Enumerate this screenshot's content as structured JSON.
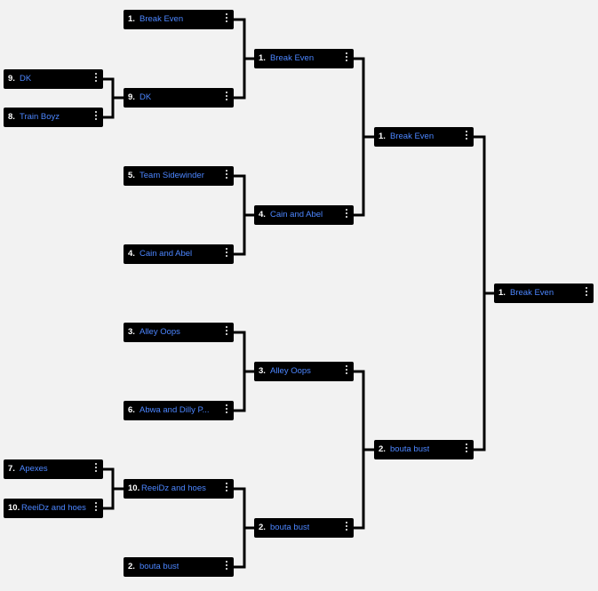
{
  "bracket": {
    "play_in": [
      {
        "seed": "9.",
        "team": "DK"
      },
      {
        "seed": "8.",
        "team": "Train Boyz"
      },
      {
        "seed": "7.",
        "team": "Apexes"
      },
      {
        "seed": "10.",
        "team": "ReeiDz and hoes"
      }
    ],
    "round1": [
      {
        "seed": "1.",
        "team": "Break Even"
      },
      {
        "seed": "9.",
        "team": "DK"
      },
      {
        "seed": "5.",
        "team": "Team Sidewinder"
      },
      {
        "seed": "4.",
        "team": "Cain and Abel"
      },
      {
        "seed": "3.",
        "team": "Alley Oops"
      },
      {
        "seed": "6.",
        "team": "Abwa and Dilly P..."
      },
      {
        "seed": "10.",
        "team": "ReeiDz and hoes"
      },
      {
        "seed": "2.",
        "team": "bouta bust"
      }
    ],
    "quarterfinals": [
      {
        "seed": "1.",
        "team": "Break Even"
      },
      {
        "seed": "4.",
        "team": "Cain and Abel"
      },
      {
        "seed": "3.",
        "team": "Alley Oops"
      },
      {
        "seed": "2.",
        "team": "bouta bust"
      }
    ],
    "semifinals": [
      {
        "seed": "1.",
        "team": "Break Even"
      },
      {
        "seed": "2.",
        "team": "bouta bust"
      }
    ],
    "champion": {
      "seed": "1.",
      "team": "Break Even"
    }
  },
  "menu_icon": "vertical-ellipsis-icon"
}
